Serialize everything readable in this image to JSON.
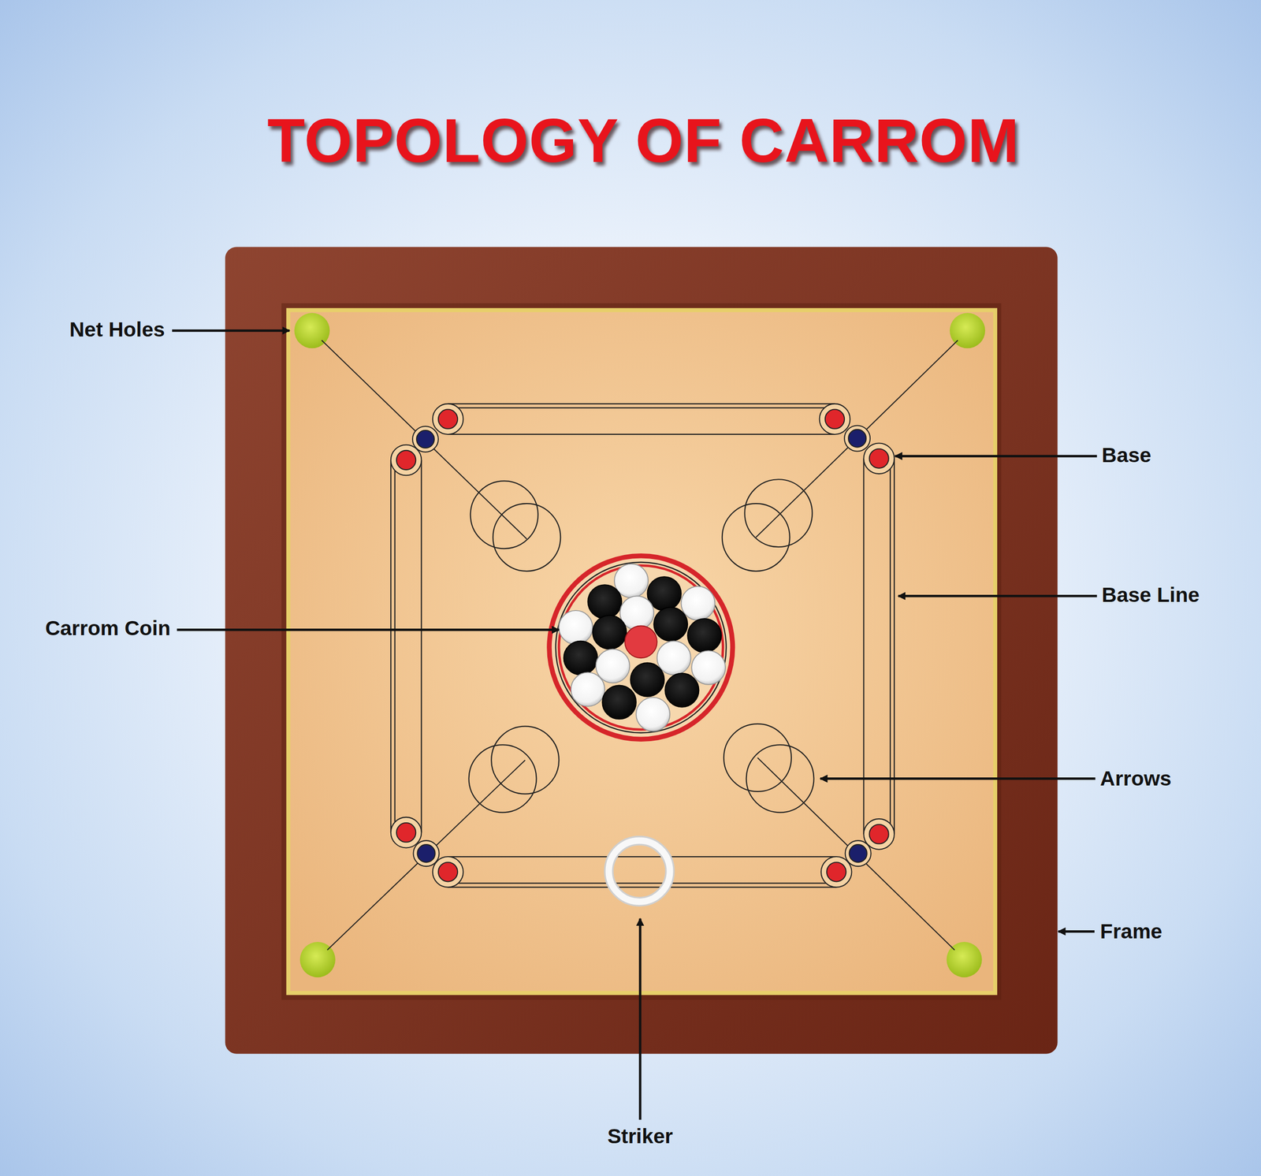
{
  "diagram": {
    "title": "TOPOLOGY OF CARROM",
    "labels": [
      "Net Holes",
      "Base",
      "Base Line",
      "Carrom Coin",
      "Arrows",
      "Frame",
      "Striker"
    ]
  }
}
